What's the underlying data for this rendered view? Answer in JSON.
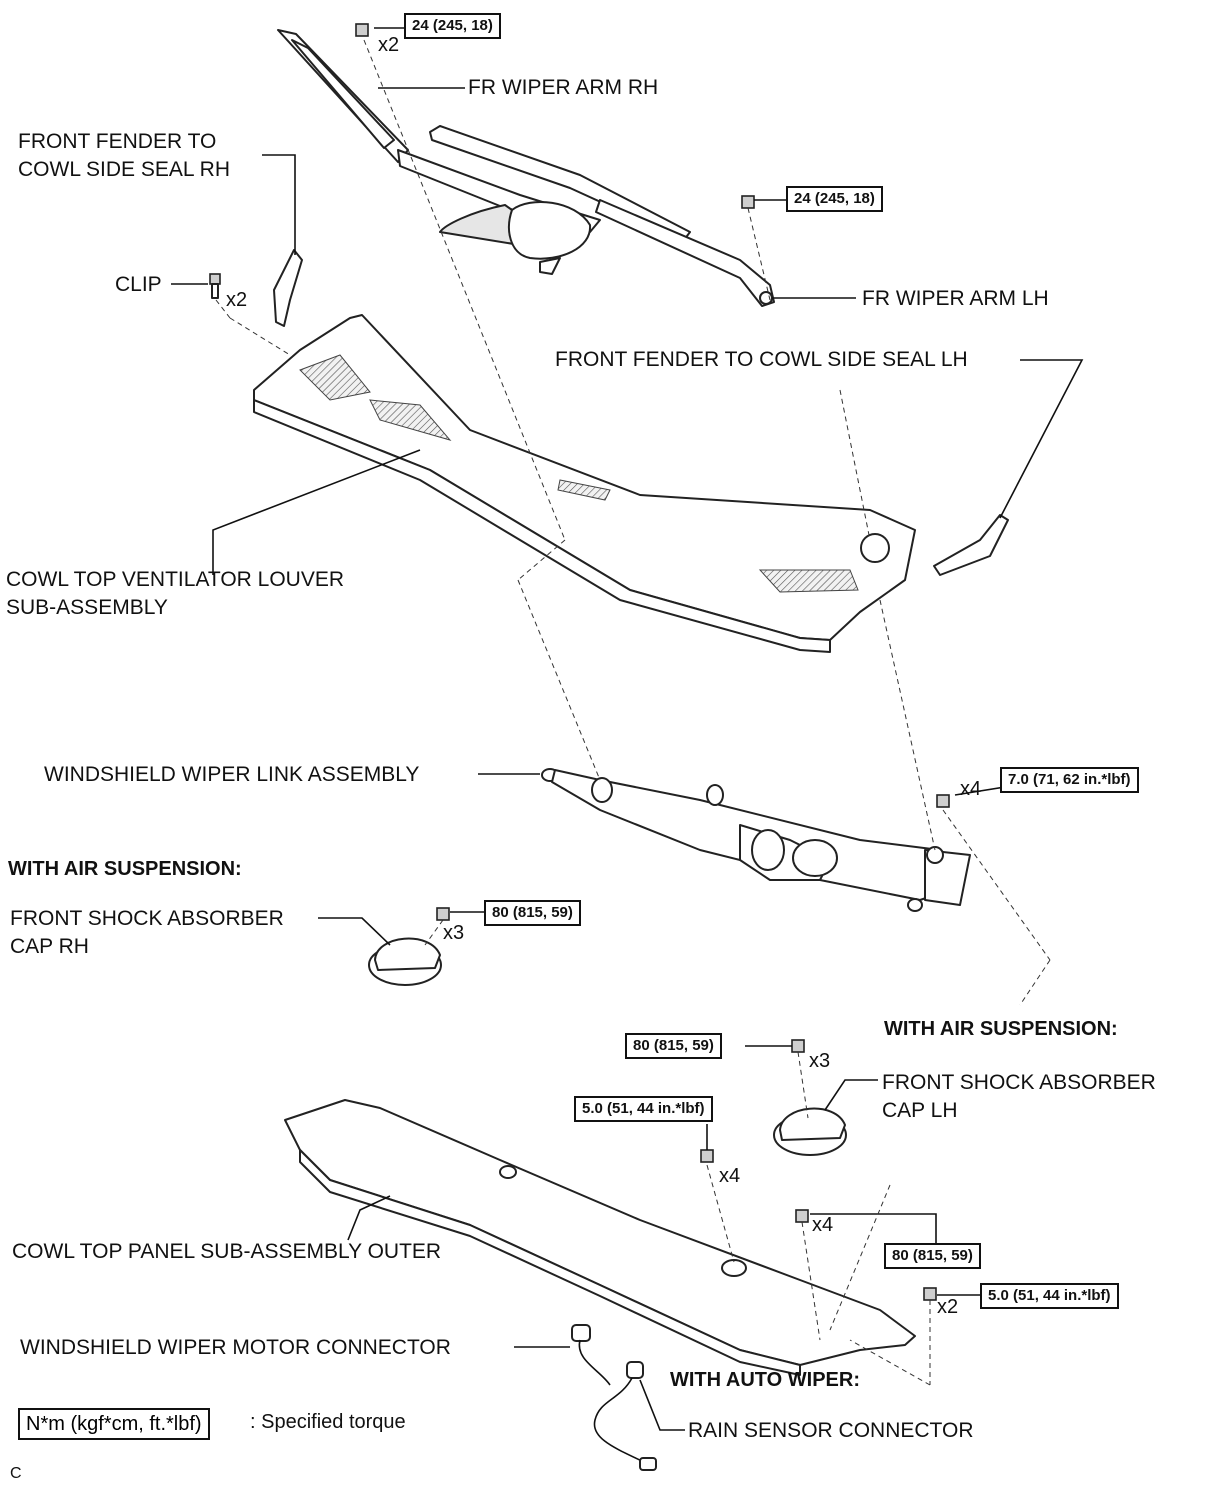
{
  "labels": {
    "fr_wiper_arm_rh": "FR WIPER ARM RH",
    "fr_wiper_arm_lh": "FR WIPER ARM LH",
    "front_fender_seal_rh_1": "FRONT FENDER TO",
    "front_fender_seal_rh_2": "COWL SIDE SEAL RH",
    "front_fender_seal_lh": "FRONT FENDER TO COWL SIDE SEAL LH",
    "clip": "CLIP",
    "cowl_louver_1": "COWL TOP VENTILATOR LOUVER",
    "cowl_louver_2": "SUB-ASSEMBLY",
    "wiper_link": "WINDSHIELD WIPER LINK ASSEMBLY",
    "with_air_suspension_rh": "WITH AIR SUSPENSION:",
    "shock_cap_rh_1": "FRONT SHOCK ABSORBER",
    "shock_cap_rh_2": "CAP RH",
    "with_air_suspension_lh": "WITH AIR SUSPENSION:",
    "shock_cap_lh_1": "FRONT SHOCK ABSORBER",
    "shock_cap_lh_2": "CAP LH",
    "cowl_panel_outer": "COWL TOP PANEL SUB-ASSEMBLY OUTER",
    "wiper_motor_connector": "WINDSHIELD WIPER MOTOR CONNECTOR",
    "with_auto_wiper": "WITH AUTO WIPER:",
    "rain_sensor_connector": "RAIN SENSOR CONNECTOR"
  },
  "torques": {
    "t1": "24 (245, 18)",
    "t2": "24 (245, 18)",
    "t3": "7.0 (71, 62 in.*lbf)",
    "t4": "80 (815, 59)",
    "t5": "80 (815, 59)",
    "t6": "5.0 (51, 44 in.*lbf)",
    "t7": "80 (815, 59)",
    "t8": "5.0 (51, 44 in.*lbf)"
  },
  "quantities": {
    "q1": "x2",
    "q_clip": "x2",
    "q3": "x4",
    "q4": "x3",
    "q5": "x3",
    "q6": "x4",
    "q7": "x4",
    "q8": "x2"
  },
  "legend": {
    "box": "N*m (kgf*cm, ft.*lbf)",
    "text": ": Specified torque"
  },
  "footer": {
    "code": "C"
  }
}
